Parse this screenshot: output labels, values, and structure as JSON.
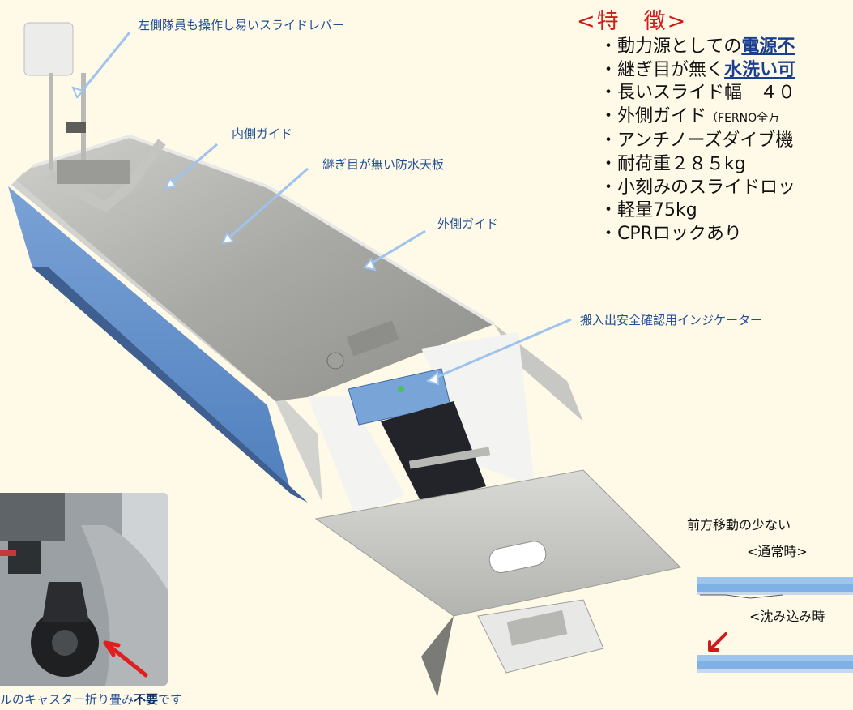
{
  "colors": {
    "background": "#fff9e8",
    "callout_text": "#1f4f96",
    "accent_red": "#d11a1a",
    "stretcher_blue": "#6f9ad0"
  },
  "callouts": {
    "slide_lever": "左側隊員も操作し易いスライドレバー",
    "inner_guide": "内側ガイド",
    "seamless_top": "継ぎ目が無い防水天板",
    "outer_guide": "外側ガイド",
    "indicator": "搬入出安全確認用インジケーター"
  },
  "features": {
    "title": "<特　徴>",
    "items": [
      {
        "prefix": "・動力源としての",
        "highlight": "電源不"
      },
      {
        "prefix": "・継ぎ目が無く",
        "highlight": "水洗い可"
      },
      {
        "text": "・長いスライド幅　４０"
      },
      {
        "text": "・外側ガイド",
        "small": "（FERNO全万"
      },
      {
        "text": "・アンチノーズダイブ機"
      },
      {
        "text": "・耐荷重２８５kg"
      },
      {
        "text": "・小刻みのスライドロッ"
      },
      {
        "text": "・軽量75kg"
      },
      {
        "text": "・CPRロックあり"
      }
    ]
  },
  "right_panel": {
    "heading": "前方移動の少ない",
    "normal_label": "<通常時>",
    "sink_label": "<沈み込み時"
  },
  "inset_caption": {
    "before": "ルのキャスター折り畳み",
    "emphasis": "不要",
    "after": "です"
  },
  "icons": {
    "arrow": "arrow-icon",
    "red_arrow": "red-arrow-icon"
  }
}
